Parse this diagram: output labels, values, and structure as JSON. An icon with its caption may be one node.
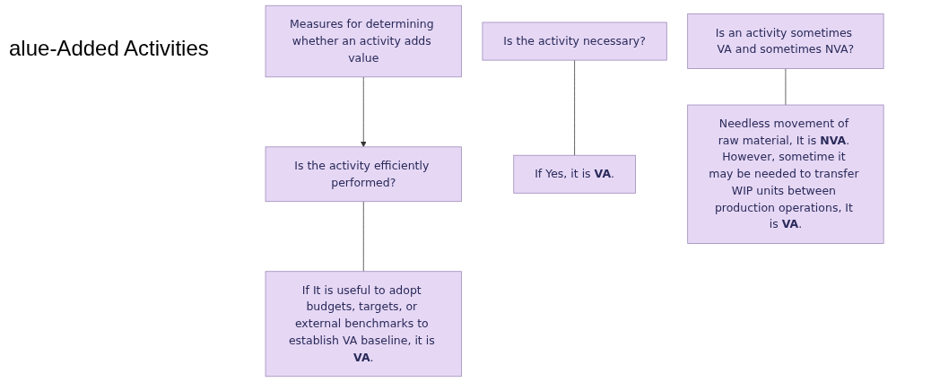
{
  "diagram": {
    "title": "alue-Added Activities",
    "nodes": [
      {
        "text": [
          "Measures for determining whether an activity adds value"
        ]
      },
      {
        "text": [
          "Is the activity necessary?"
        ]
      },
      {
        "text": [
          "Is the activity efficiently performed?"
        ]
      },
      {
        "text": [
          "Is an activity sometimes VA and sometimes NVA?"
        ]
      },
      {
        "text": [
          "If Yes, it is **VA**."
        ]
      },
      {
        "text": [
          "If It is useful to adopt budgets, targets, or external benchmarks to establish VA baseline, it is **VA**."
        ]
      },
      {
        "text": [
          "Needless movement of raw material, It is **NVA**. However, sometime it may be needed to transfer WIP units between production operations, It is **VA**."
        ]
      }
    ],
    "edges": [
      {
        "from": 0,
        "to": 2,
        "arrow": "to"
      },
      {
        "from": 1,
        "to": 4,
        "arrow": "none"
      },
      {
        "from": 2,
        "to": 5,
        "arrow": "none"
      },
      {
        "from": 3,
        "to": 6,
        "arrow": "none"
      }
    ]
  }
}
